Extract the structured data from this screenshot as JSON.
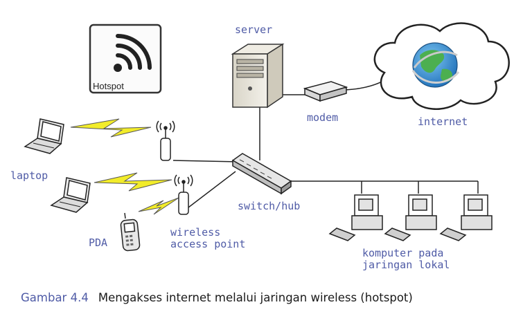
{
  "hotspot_sign": {
    "text": "Hotspot",
    "icon": "wifi-icon"
  },
  "labels": {
    "server": "server",
    "modem": "modem",
    "internet": "internet",
    "laptop": "laptop",
    "pda": "PDA",
    "switch_hub": "switch/hub",
    "wireless_access_point": [
      "wireless",
      "access point"
    ],
    "lan_computers": [
      "komputer pada",
      "jaringan lokal"
    ]
  },
  "caption": {
    "number": "Gambar 4.4",
    "text": "Mengakses internet melalui jaringan wireless (hotspot)"
  },
  "colors": {
    "label_text": "#4f5ba6",
    "lightning": "#f2ec2a",
    "globe_ocean": "#2e8fd6",
    "globe_land": "#4caf50"
  }
}
